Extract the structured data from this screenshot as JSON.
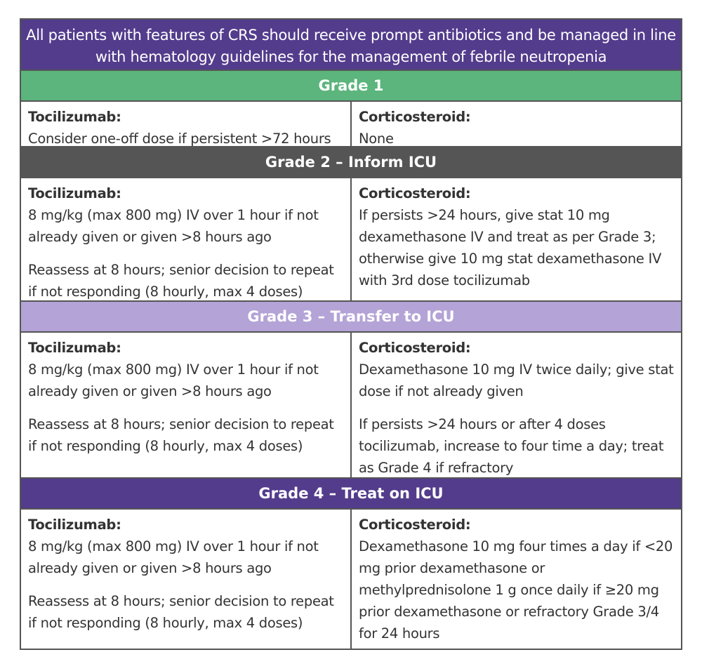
{
  "banner": "All patients with features of CRS should receive prompt antibiotics and be managed in line with hematology guidelines for the management of febrile neutropenia",
  "colors": {
    "banner": "#533c8c",
    "grade1": "#5bb57c",
    "grade2": "#555555",
    "grade3": "#b3a3d6",
    "grade4": "#533c8c"
  },
  "grades": [
    {
      "title": "Grade 1",
      "toc_label": "Tocilizumab:",
      "toc": [
        "Consider one-off dose if persistent >72 hours"
      ],
      "cort_label": "Corticosteroid:",
      "cort": [
        "None"
      ]
    },
    {
      "title": "Grade 2 – Inform ICU",
      "toc_label": "Tocilizumab:",
      "toc": [
        "8 mg/kg (max 800 mg) IV over 1 hour if not already given or given >8 hours ago",
        "Reassess at 8 hours; senior decision to repeat if not responding (8 hourly, max 4 doses)"
      ],
      "cort_label": "Corticosteroid:",
      "cort": [
        "If persists >24 hours, give stat 10 mg dexamethasone IV and treat as per Grade 3; otherwise give 10 mg stat dexamethasone IV with 3rd dose tocilizumab"
      ]
    },
    {
      "title": "Grade 3 – Transfer to ICU",
      "toc_label": "Tocilizumab:",
      "toc": [
        "8 mg/kg (max 800 mg) IV over 1 hour if not already given or given >8 hours ago",
        "Reassess at 8 hours; senior decision to repeat if not responding (8 hourly, max 4 doses)"
      ],
      "cort_label": "Corticosteroid:",
      "cort": [
        "Dexamethasone 10 mg IV twice daily; give stat dose if not already given",
        "If persists >24 hours or after 4 doses tocilizumab, increase to four time a day; treat as Grade 4 if refractory"
      ]
    },
    {
      "title": "Grade 4 – Treat on ICU",
      "toc_label": "Tocilizumab:",
      "toc": [
        "8 mg/kg (max 800 mg) IV over 1 hour if not already given or given >8 hours ago",
        "Reassess at 8 hours; senior decision to repeat if not responding (8 hourly, max 4 doses)"
      ],
      "cort_label": "Corticosteroid:",
      "cort": [
        "Dexamethasone 10 mg four times a day if <20 mg prior dexamethasone or methylprednisolone 1 g once daily if ≥20 mg prior dexamethasone or refractory Grade 3/4 for 24 hours"
      ]
    }
  ]
}
